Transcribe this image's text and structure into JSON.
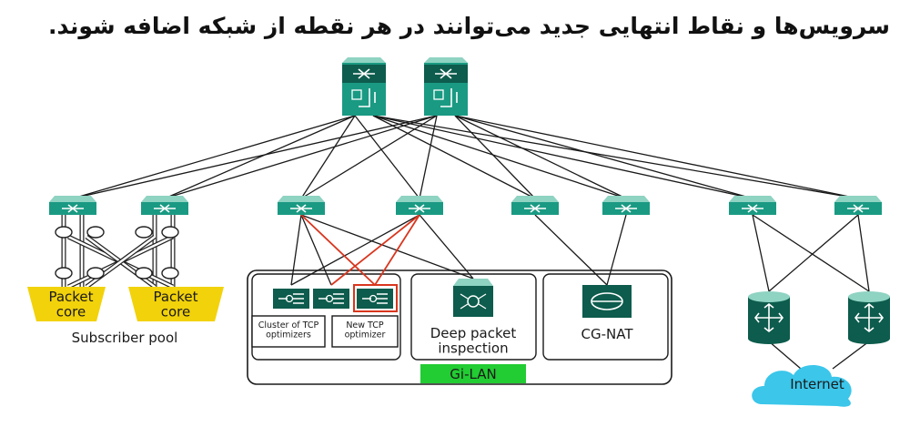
{
  "title": "سرویس‌ها و نقاط انتهایی جدید می‌توانند در هر نقطه از شبکه اضافه شوند.",
  "labels": {
    "packet_core": "Packet\ncore",
    "subscriber_pool": "Subscriber pool",
    "cluster_tcp": "Cluster of TCP\noptimizers",
    "new_tcp": "New TCP\noptimizer",
    "dpi": "Deep packet\ninspection",
    "cgnat": "CG-NAT",
    "gilan": "Gi-LAN",
    "internet": "Internet"
  },
  "colors": {
    "switch_fill": "#1a9a83",
    "switch_top": "#8fd3c2",
    "device_fill": "#0d5c4d",
    "packet_core_fill": "#f2d20a",
    "gilan_fill": "#22cc33",
    "internet_fill": "#3bc6ea",
    "highlight_line": "#d8361e",
    "line": "#1a1a1a"
  },
  "icons": {
    "spine": "spine-switch-icon",
    "leaf": "leaf-switch-icon",
    "tcp_optimizer": "tcp-optimizer-icon",
    "dpi": "dpi-device-icon",
    "cgnat": "cgnat-device-icon",
    "router": "router-icon",
    "cloud": "internet-cloud-icon"
  }
}
